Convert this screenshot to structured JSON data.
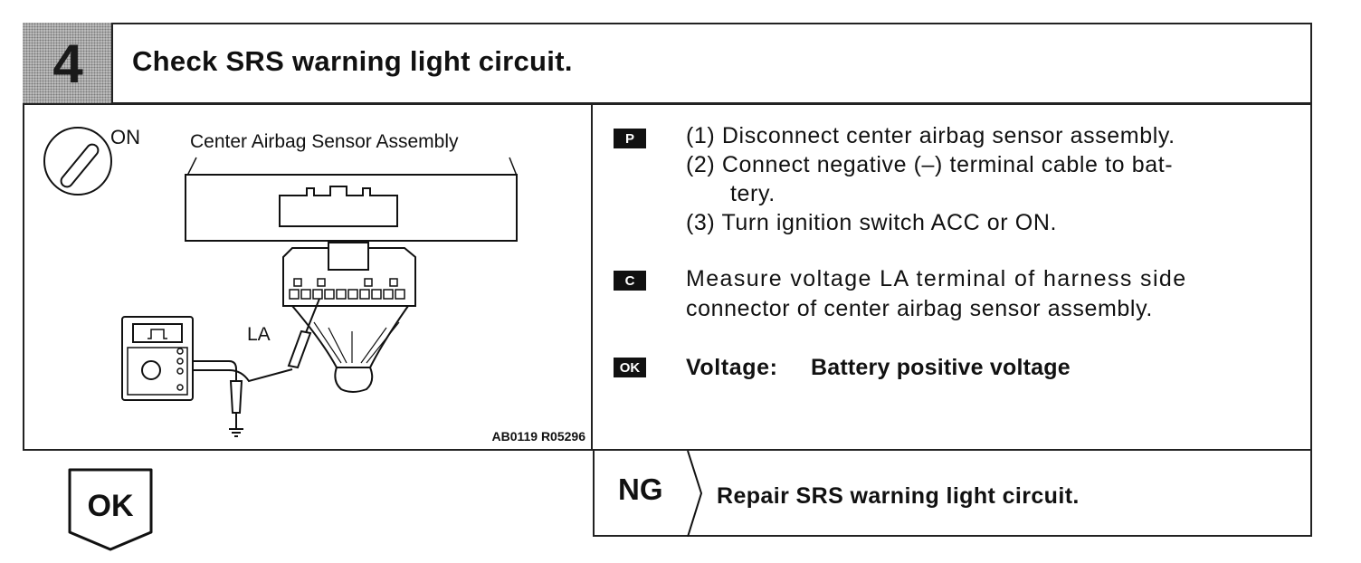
{
  "header": {
    "step_number": "4",
    "title": "Check SRS warning light circuit."
  },
  "figure": {
    "ignition_label": "ON",
    "assembly_label": "Center Airbag Sensor Assembly",
    "terminal_label": "LA",
    "figure_code": "AB0119 R05296",
    "icons": [
      "ignition-key-icon",
      "voltmeter-icon",
      "ground-symbol-icon"
    ]
  },
  "instructions": {
    "prepare": {
      "badge": "P",
      "steps": [
        "(1) Disconnect center airbag sensor assembly.",
        "(2) Connect negative (–) terminal cable to bat-",
        "tery.",
        "(3) Turn ignition switch ACC or ON."
      ]
    },
    "check": {
      "badge": "C",
      "lines": [
        "Measure voltage LA terminal of harness side",
        "connector of center airbag sensor assembly."
      ]
    },
    "ok": {
      "badge": "OK",
      "label": "Voltage:",
      "value": "Battery positive voltage"
    }
  },
  "result": {
    "ng_label": "NG",
    "ng_action": "Repair SRS warning light circuit.",
    "ok_label": "OK"
  },
  "colors": {
    "ink": "#111111",
    "step_tile": "#bdbdbd"
  }
}
